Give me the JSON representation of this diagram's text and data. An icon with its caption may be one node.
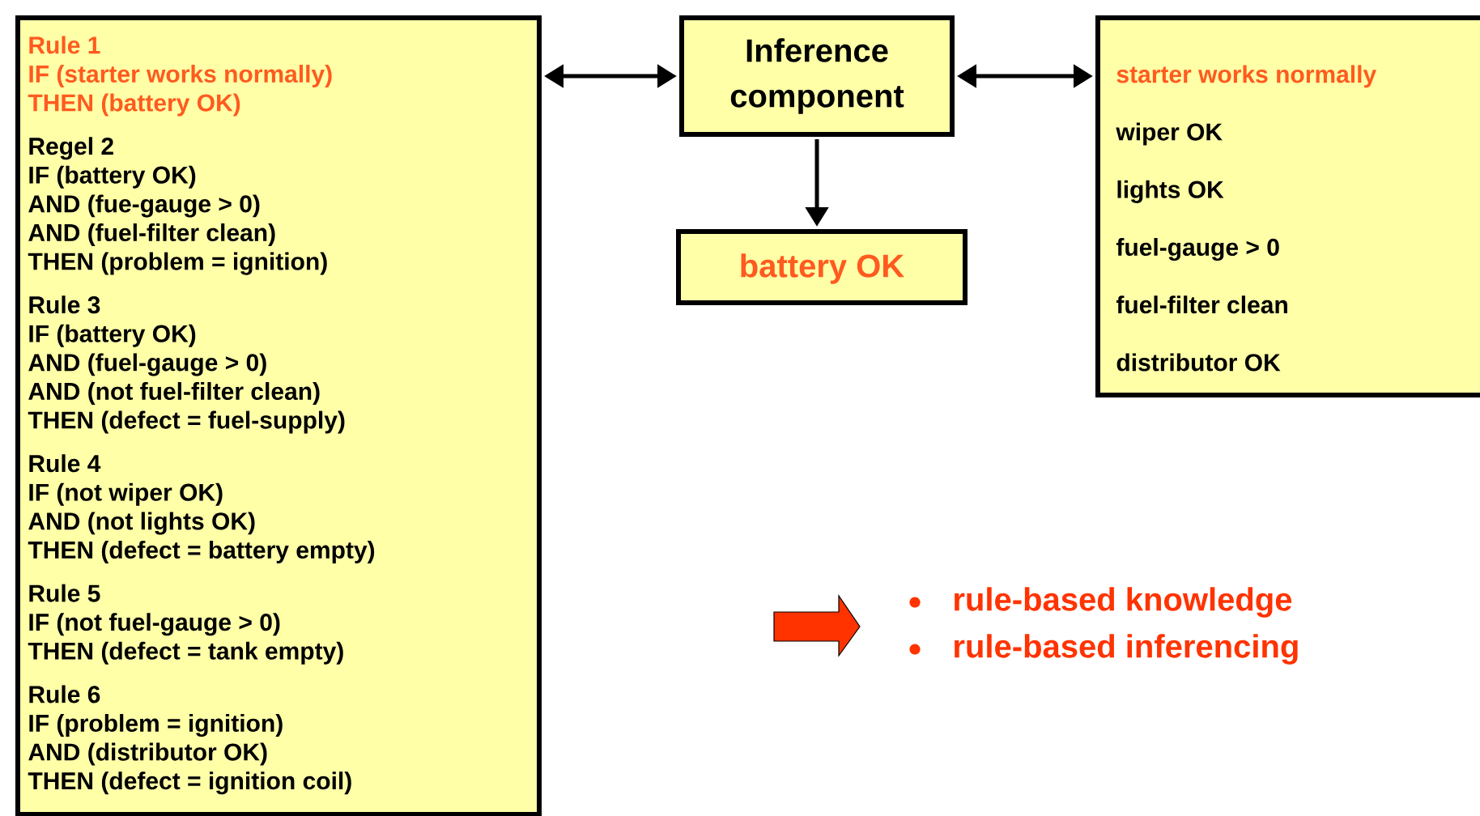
{
  "diagram": {
    "nodes": [
      {
        "text": [
          "Rule 1",
          "IF (starter works normally)",
          "THEN (battery OK)",
          "Regel 2",
          "IF (battery OK)",
          "AND (fue-gauge > 0)",
          "AND (fuel-filter clean)",
          "THEN (problem = ignition)",
          "Rule 3",
          "IF (battery OK)",
          "AND (fuel-gauge > 0)",
          "AND (not fuel-filter clean)",
          "THEN (defect = fuel-supply)",
          "Rule 4",
          "IF (not wiper OK)",
          "AND (not lights OK)",
          "THEN (defect = battery empty)",
          "Rule 5",
          "IF (not fuel-gauge > 0)",
          "THEN (defect = tank empty)",
          "Rule 6",
          "IF (problem = ignition)",
          "AND (distributor OK)",
          "THEN (defect = ignition coil)"
        ]
      },
      {
        "text": [
          "Inference component"
        ]
      },
      {
        "text": [
          "starter works normally",
          "wiper OK",
          "lights OK",
          "fuel-gauge > 0",
          "fuel-filter clean",
          "distributor OK"
        ]
      },
      {
        "text": [
          "battery OK"
        ]
      }
    ],
    "edges": [
      {
        "from": 0,
        "to": 1,
        "arrow": "both"
      },
      {
        "from": 1,
        "to": 2,
        "arrow": "both"
      },
      {
        "from": 1,
        "to": 3,
        "arrow": "to"
      }
    ],
    "labels": [
      "rule-based knowledge",
      "rule-based inferencing"
    ]
  }
}
